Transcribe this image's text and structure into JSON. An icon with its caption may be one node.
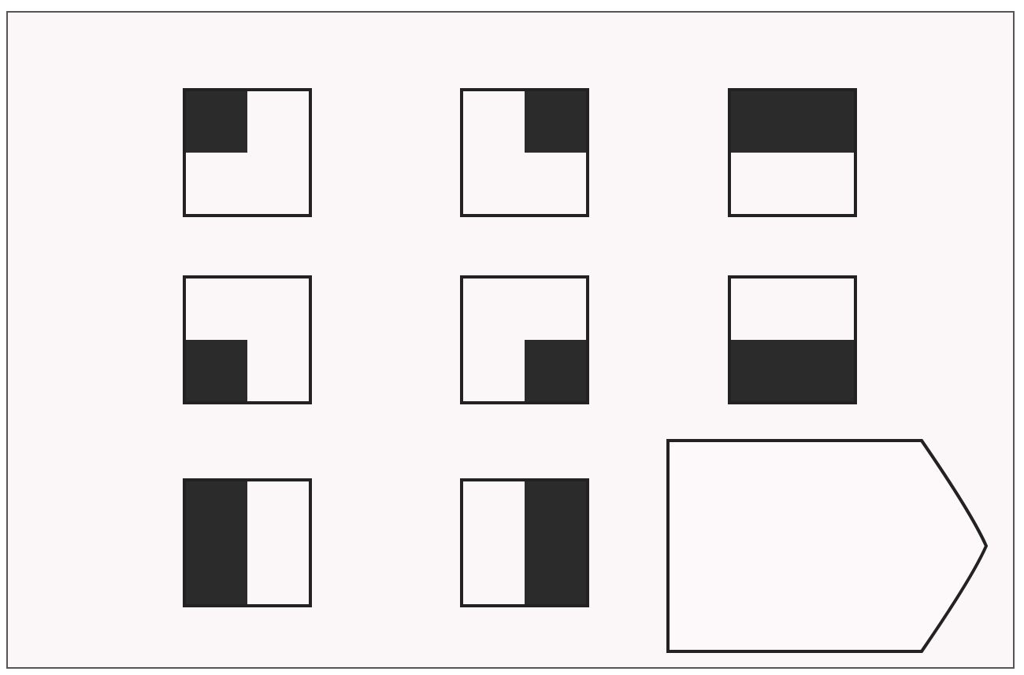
{
  "diagram": {
    "nodes": [
      {
        "text": [],
        "shape": "box"
      },
      {
        "text": [],
        "shape": "box"
      },
      {
        "text": [],
        "shape": "box"
      },
      {
        "text": [],
        "shape": "box"
      },
      {
        "text": [],
        "shape": "box"
      },
      {
        "text": [],
        "shape": "box"
      },
      {
        "text": [],
        "shape": "box"
      },
      {
        "text": [],
        "shape": "box"
      },
      {
        "text": [],
        "shape": "pentagon"
      }
    ]
  }
}
